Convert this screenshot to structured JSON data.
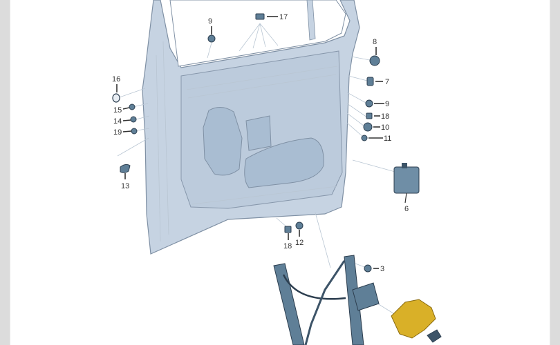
{
  "figure": {
    "subject": "Front door exploded parts diagram",
    "colors": {
      "door_panel": "#c6d3e2",
      "door_outline": "#7f90a4",
      "cutout": "#a9bdd2",
      "small_parts": "#5f7f97",
      "regulator": "#5f7f97",
      "motor": "#d9b028",
      "side_band": "#dcdcdc"
    },
    "callouts": [
      {
        "id": "c9a",
        "label": "9",
        "part": "plug"
      },
      {
        "id": "c17",
        "label": "17",
        "part": "clip"
      },
      {
        "id": "c8",
        "label": "8",
        "part": "plug"
      },
      {
        "id": "c7",
        "label": "7",
        "part": "clip"
      },
      {
        "id": "c9b",
        "label": "9",
        "part": "plug"
      },
      {
        "id": "c18a",
        "label": "18",
        "part": "clip"
      },
      {
        "id": "c10",
        "label": "10",
        "part": "plug"
      },
      {
        "id": "c11",
        "label": "11",
        "part": "plug"
      },
      {
        "id": "c16",
        "label": "16",
        "part": "grommet"
      },
      {
        "id": "c15",
        "label": "15",
        "part": "plug"
      },
      {
        "id": "c14",
        "label": "14",
        "part": "plug"
      },
      {
        "id": "c19",
        "label": "19",
        "part": "plug"
      },
      {
        "id": "c13",
        "label": "13",
        "part": "plug"
      },
      {
        "id": "c6",
        "label": "6",
        "part": "control unit"
      },
      {
        "id": "c18b",
        "label": "18",
        "part": "clip"
      },
      {
        "id": "c12",
        "label": "12",
        "part": "plug"
      },
      {
        "id": "c3",
        "label": "3",
        "part": "nut"
      }
    ]
  }
}
